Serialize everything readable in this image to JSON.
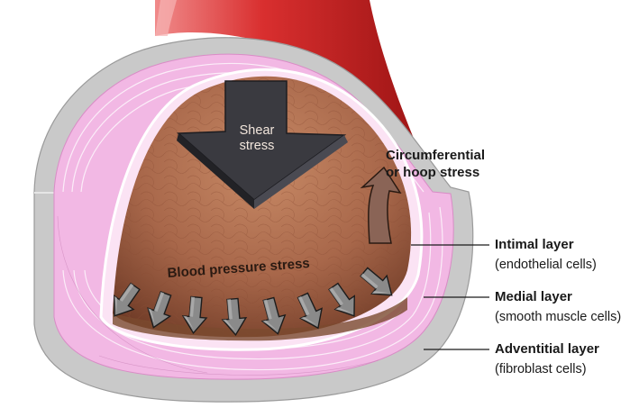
{
  "diagram": {
    "shear": {
      "line1": "Shear",
      "line2": "stress"
    },
    "hoop": {
      "line1": "Circumferential",
      "line2": "or hoop stress"
    },
    "pressure": {
      "label": "Blood pressure stress"
    },
    "layers": [
      {
        "name": "Intimal layer",
        "cells": "(endothelial cells)"
      },
      {
        "name": "Medial layer",
        "cells": "(smooth muscle cells)"
      },
      {
        "name": "Adventitial layer",
        "cells": "(fibroblast cells)"
      }
    ],
    "colors": {
      "adventitia": "#c9c9c9",
      "media": "#f2b8e4",
      "lumen": "#a8674a",
      "artery_red": "#d92f2f",
      "arrow_dark": "#3a3a40",
      "arrow_gray": "#8a8a8a"
    }
  }
}
